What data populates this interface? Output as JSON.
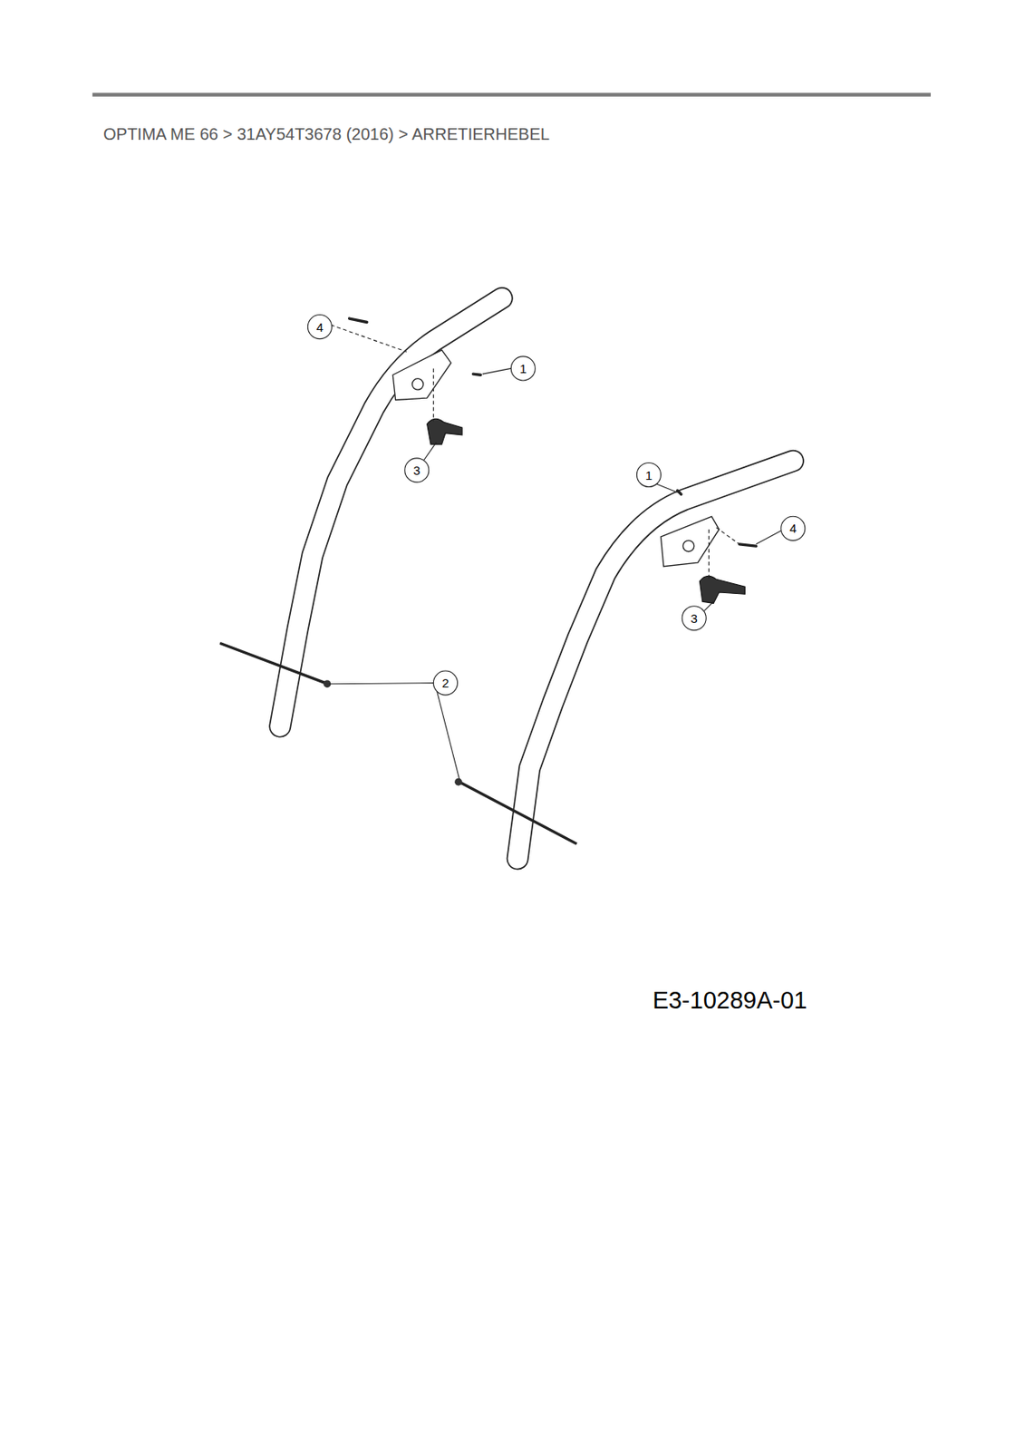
{
  "diagram": {
    "title": "OPTIMA ME 66  >  31AY54T3678 (2016)  >  ARRETIERHEBEL",
    "labels": [
      "4",
      "1",
      "3",
      "1",
      "4",
      "3",
      "2",
      "E3-10289A-01"
    ]
  }
}
